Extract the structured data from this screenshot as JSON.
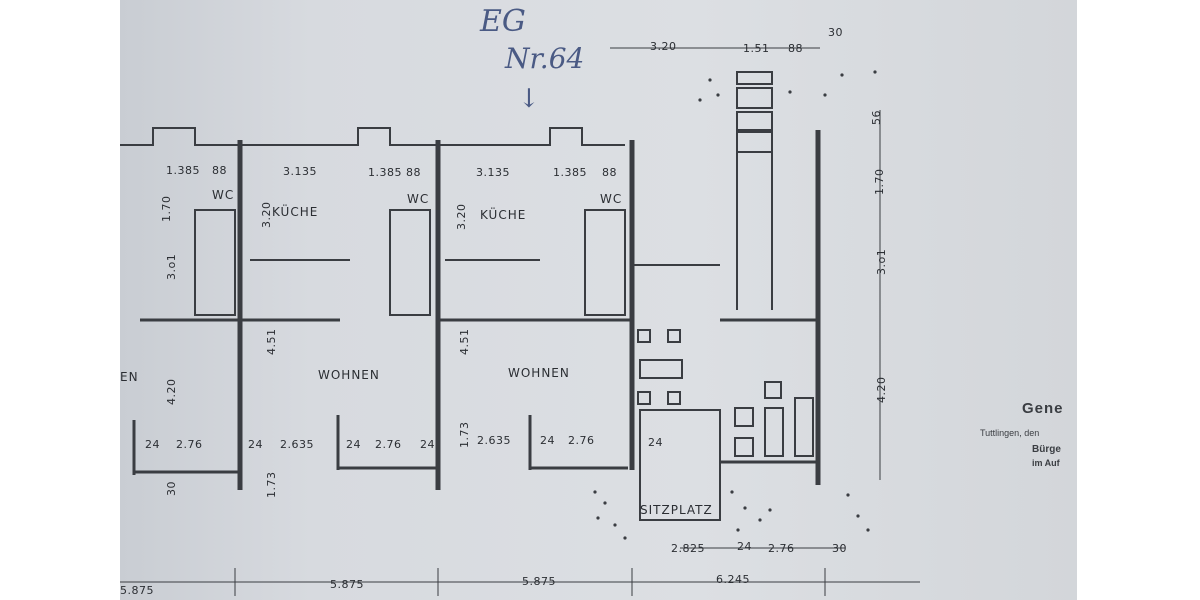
{
  "handwritten": {
    "floor": "EG",
    "unit": "Nr.64",
    "arrow": "↓"
  },
  "rooms": {
    "kueche": "KÜCHE",
    "wc": "WC",
    "wohnen": "WOHNEN",
    "wohnen_partial": "EN",
    "sitzplatz": "SITZPLATZ"
  },
  "dims": {
    "w1385": "1.385",
    "w88": "88",
    "w3135": "3.135",
    "w320": "3.20",
    "w151": "1.51",
    "w30": "30",
    "w24": "24",
    "w276": "2.76",
    "w2635": "2.635",
    "w2825": "2.825",
    "h170": "1.70",
    "h320": "3.20",
    "h301": "3.o1",
    "h451": "4.51",
    "h420": "4.20",
    "h173": "1.73",
    "h30": "30",
    "h56": "56"
  },
  "overall": {
    "l1": "5.875",
    "l2": "5.875",
    "l3": "5.875",
    "l4": "6.245"
  },
  "title_block": {
    "heading": "Gene",
    "place": "Tuttlingen, den",
    "line1": "Bürge",
    "line2": "im Auf"
  }
}
